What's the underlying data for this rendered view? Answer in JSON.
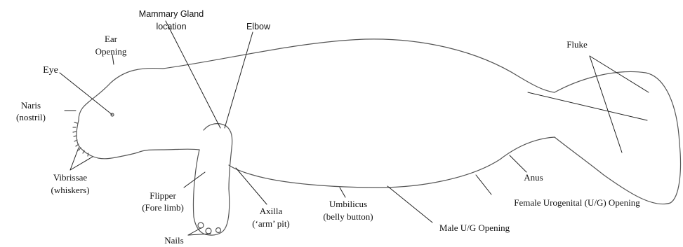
{
  "labels": {
    "mammary_line1": "Mammary Gland",
    "mammary_line2": "location",
    "elbow": "Elbow",
    "ear_line1": "Ear",
    "ear_line2": "Opening",
    "eye": "Eye",
    "naris_line1": "Naris",
    "naris_line2": "(nostril)",
    "vibrissae_line1": "Vibrissae",
    "vibrissae_line2": "(whiskers)",
    "flipper_line1": "Flipper",
    "flipper_line2": "(Fore limb)",
    "nails": "Nails",
    "axilla_line1": "Axilla",
    "axilla_line2": "(‘arm’ pit)",
    "umbilicus_line1": "Umbilicus",
    "umbilicus_line2": "(belly button)",
    "male_ug": "Male U/G Opening",
    "female_ug": "Female Urogenital (U/G) Opening",
    "anus": "Anus",
    "fluke": "Fluke"
  }
}
